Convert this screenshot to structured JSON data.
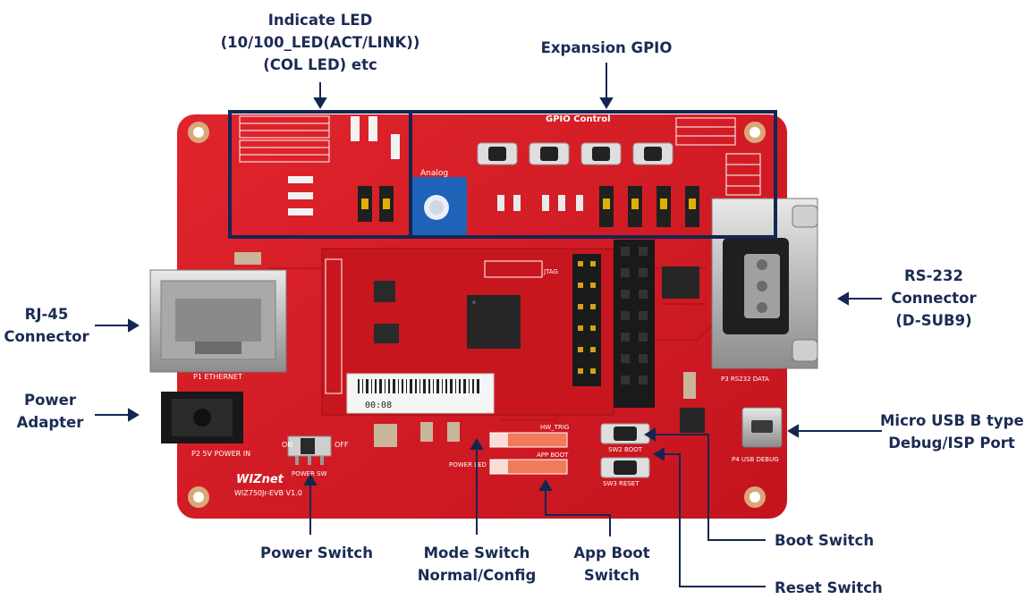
{
  "labels": {
    "indicate_led": [
      "Indicate LED",
      "(10/100_LED(ACT/LINK))",
      "(COL LED) etc"
    ],
    "expansion_gpio": [
      "Expansion GPIO"
    ],
    "rj45": [
      "RJ-45",
      "Connector"
    ],
    "power_adapter": [
      "Power",
      "Adapter"
    ],
    "rs232": [
      "RS-232",
      "Connector",
      "(D-SUB9)"
    ],
    "micro_usb": [
      "Micro USB B type",
      "Debug/ISP Port"
    ],
    "power_switch": [
      "Power Switch"
    ],
    "mode_switch": [
      "Mode Switch",
      "Normal/Config"
    ],
    "app_boot": [
      "App Boot",
      "Switch"
    ],
    "boot_switch": [
      "Boot Switch"
    ],
    "reset_switch": [
      "Reset Switch"
    ]
  },
  "board_print": {
    "gpio_control": "GPIO Control",
    "brand": "WIZnet",
    "model": "WIZ750Jr-EVB V1.0",
    "sticker_code": "00:08",
    "ethernet": "P1 ETHERNET",
    "power_in": "P2 5V POWER IN",
    "power_sw": "POWER SW",
    "rs232": "P3 RS232 DATA",
    "usb_debug": "P4 USB DEBUG",
    "sw2_boot": "SW2 BOOT",
    "sw3_reset": "SW3 RESET",
    "power_led": "POWER LED",
    "app_boot": "APP BOOT",
    "hw_trig": "HW_TRIG",
    "sw1_on": "ON",
    "sw1_off": "OFF",
    "analog": "Analog",
    "jtag": "JTAG"
  },
  "colors": {
    "pcb": "#d21a24",
    "pcb_dark": "#a50f18",
    "label": "#1b2b55",
    "box": "#142652",
    "connector_blue": "#1e63b8"
  }
}
